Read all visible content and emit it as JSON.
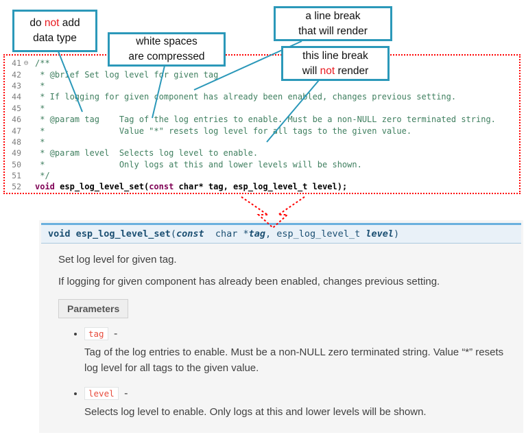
{
  "colors": {
    "callout_border": "#2b98b9",
    "highlight_red": "#e8191f",
    "dotted_border_red": "#ff0000",
    "comment_green": "#3f7f5f",
    "keyword_purple": "#7f0055",
    "doc_accent_blue": "#6ab0de",
    "param_chip_red": "#e74c3c"
  },
  "callouts": {
    "no_datatype": {
      "pre": "do ",
      "em": "not",
      "post": " add",
      "line2": "data type"
    },
    "whitespace": {
      "line1": "white spaces",
      "line2": "are  compressed"
    },
    "break_render": {
      "line1": "a line break",
      "line2": "that will render"
    },
    "break_norender": {
      "line1": "this line break",
      "pre": "will ",
      "em": "not",
      "post": " render"
    }
  },
  "code": {
    "lines": [
      {
        "num": "41",
        "fold": "⊖",
        "text": "/**"
      },
      {
        "num": "42",
        "text": " * @brief Set log level for given tag"
      },
      {
        "num": "43",
        "text": " *"
      },
      {
        "num": "44",
        "text": " * If logging for given component has already been enabled, changes previous setting."
      },
      {
        "num": "45",
        "text": " *"
      },
      {
        "num": "46",
        "text": " * @param tag    Tag of the log entries to enable. Must be a non-NULL zero terminated string."
      },
      {
        "num": "47",
        "text": " *               Value \"*\" resets log level for all tags to the given value."
      },
      {
        "num": "48",
        "text": " *"
      },
      {
        "num": "49",
        "text": " * @param level  Selects log level to enable."
      },
      {
        "num": "50",
        "text": " *               Only logs at this and lower levels will be shown."
      },
      {
        "num": "51",
        "text": " */"
      },
      {
        "num": "52"
      }
    ],
    "declaration": {
      "kw1": "void",
      "sp1": " ",
      "name": "esp_log_level_set",
      "open": "(",
      "kw2": "const",
      "rest": " char* tag, esp_log_level_t level);"
    }
  },
  "doc": {
    "signature": {
      "kw1": "void ",
      "name": "esp_log_level_set",
      "open": "(",
      "kw2": "const",
      "t1": "  char *",
      "p1": "tag",
      "comma": ", ",
      "t2": "esp_log_level_t ",
      "p2": "level",
      "close": ")"
    },
    "para1": "Set log level for given tag.",
    "para2": "If logging for given component has already been enabled, changes previous setting.",
    "params_label": "Parameters",
    "items": [
      {
        "name": "tag",
        "dash": " -",
        "desc": "Tag of the log entries to enable. Must be a non-NULL zero terminated string. Value “*” resets log level for all tags to the given value."
      },
      {
        "name": "level",
        "dash": " -",
        "desc": "Selects log level to enable. Only logs at this and lower levels will be shown."
      }
    ]
  }
}
